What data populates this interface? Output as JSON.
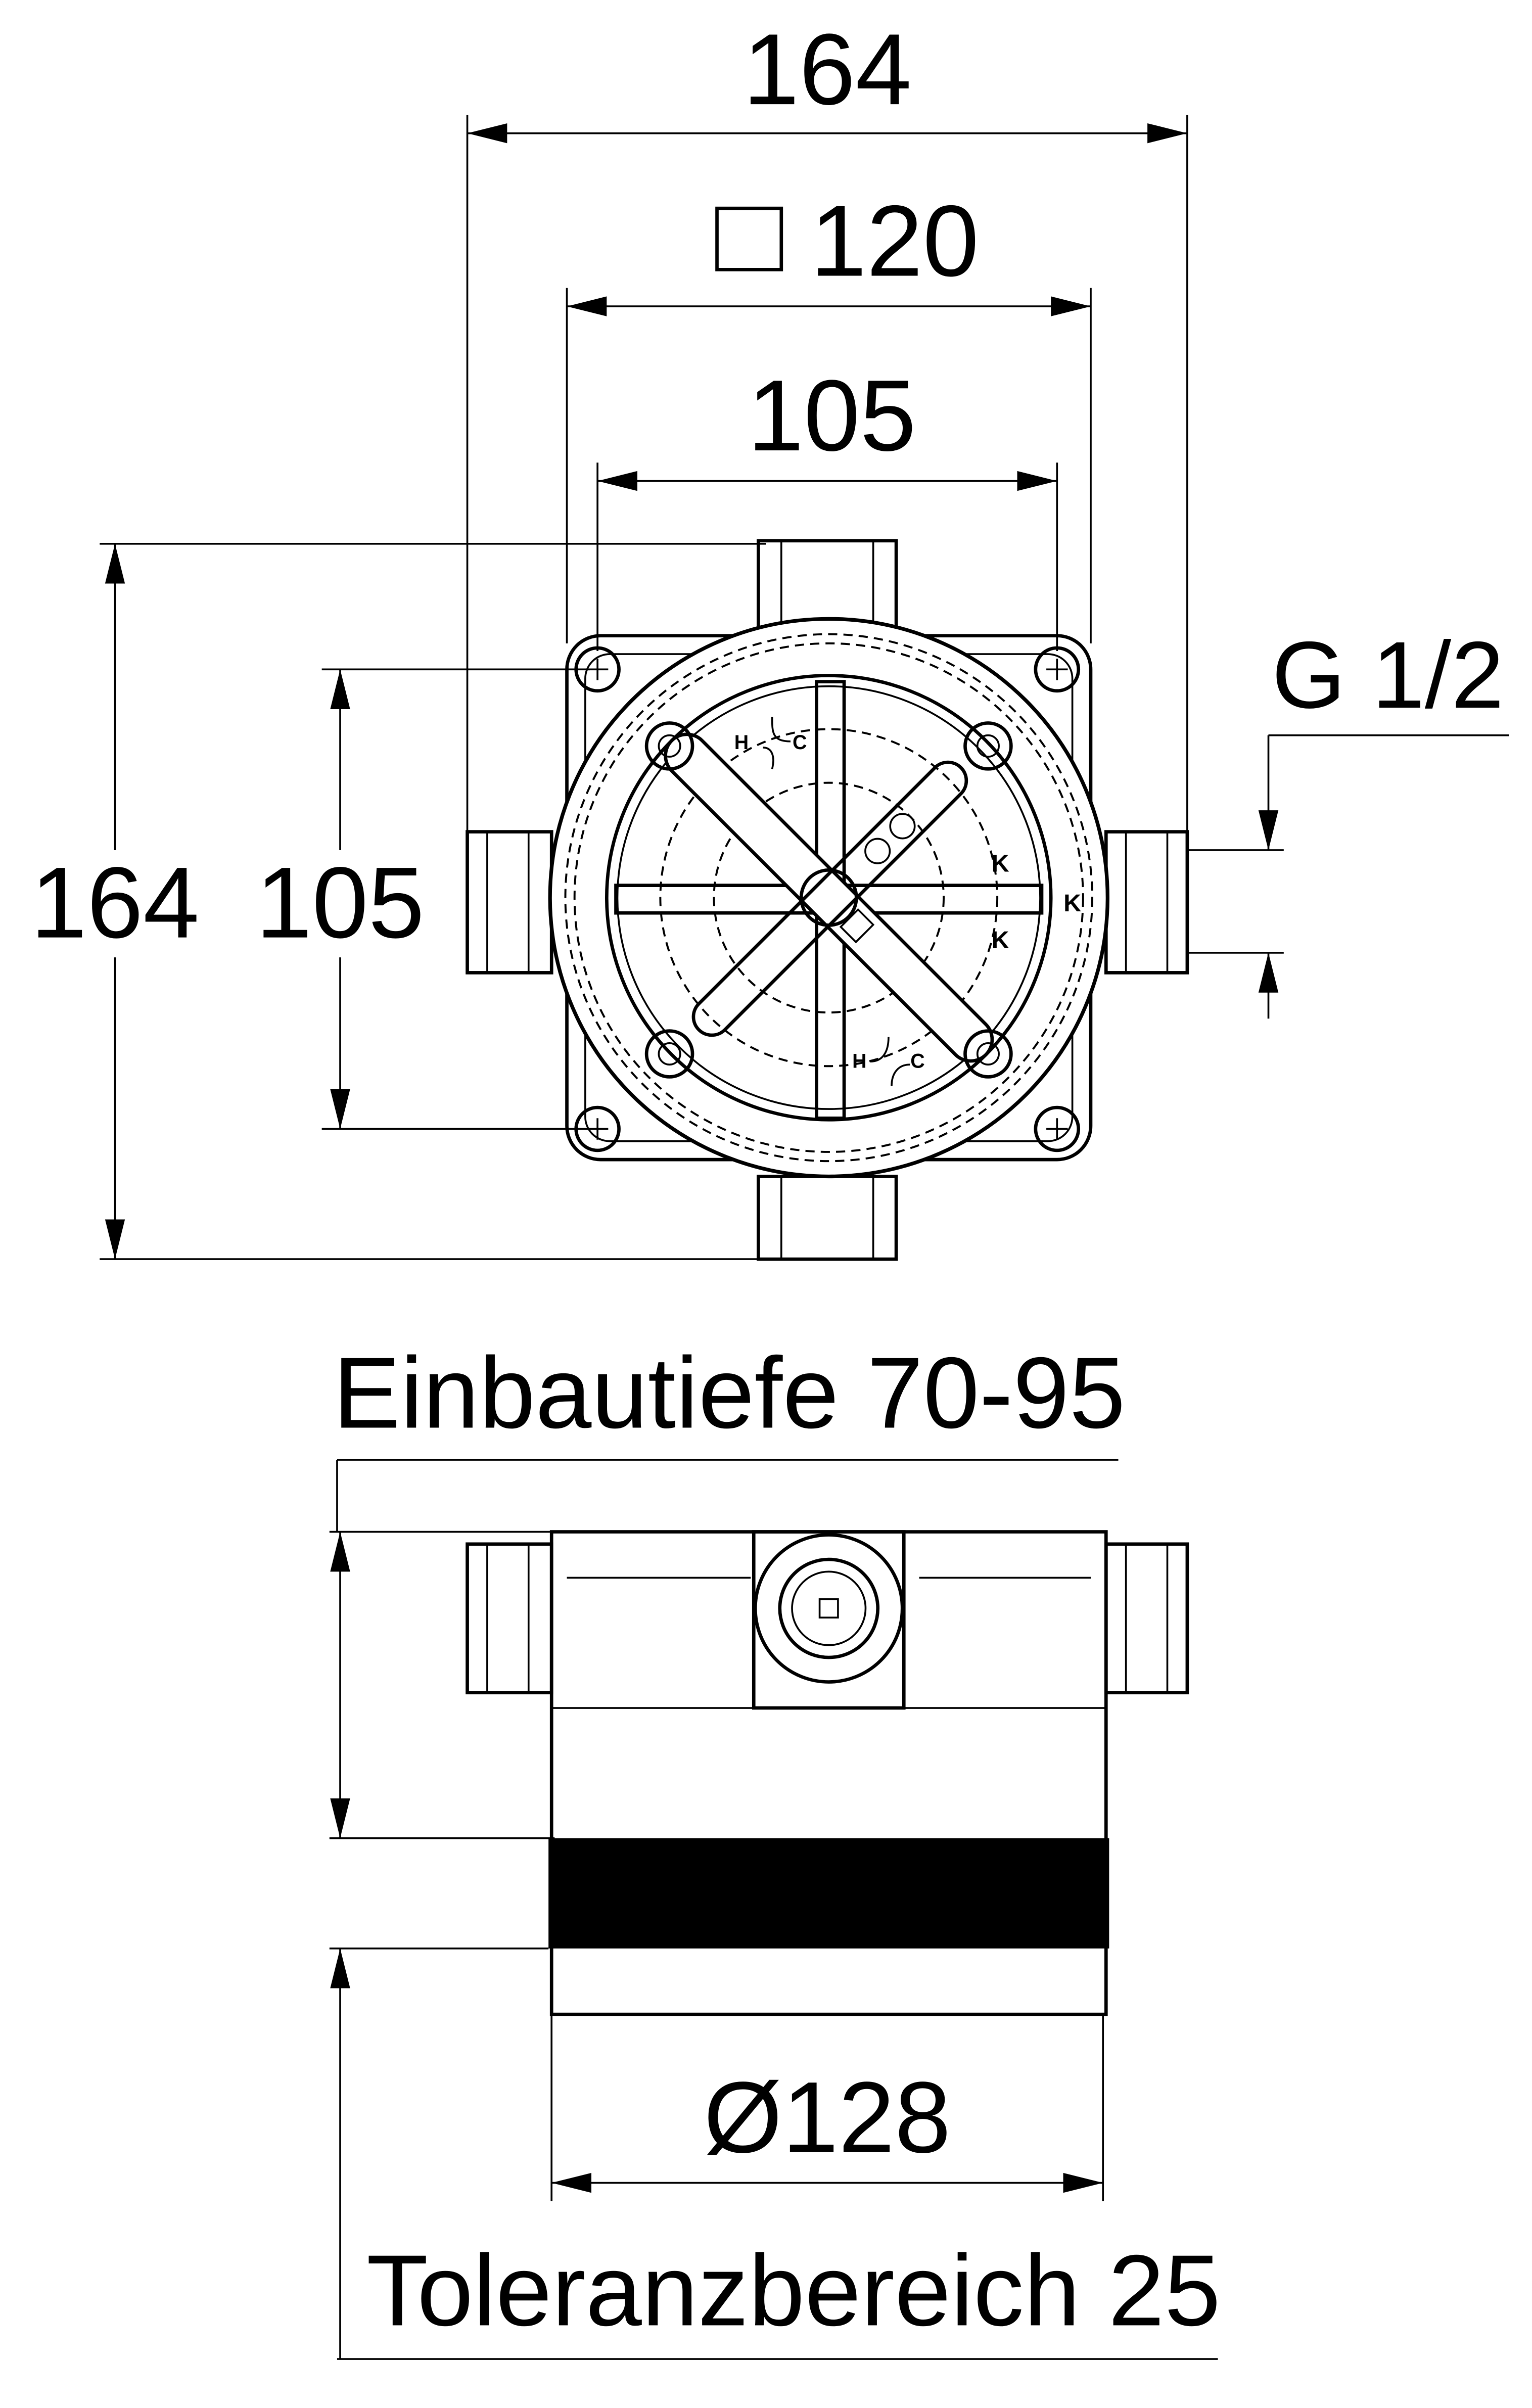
{
  "top_view": {
    "overall_width": "164",
    "square_size": "120",
    "hole_spacing_h": "105",
    "overall_height": "164",
    "hole_spacing_v": "105",
    "thread": "G 1/2",
    "markings": {
      "hot": "H",
      "cold": "C",
      "k": "K"
    }
  },
  "side_view": {
    "install_depth": "Einbautiefe 70-95",
    "diameter": "Ø128",
    "tolerance": "Toleranzbereich 25"
  }
}
